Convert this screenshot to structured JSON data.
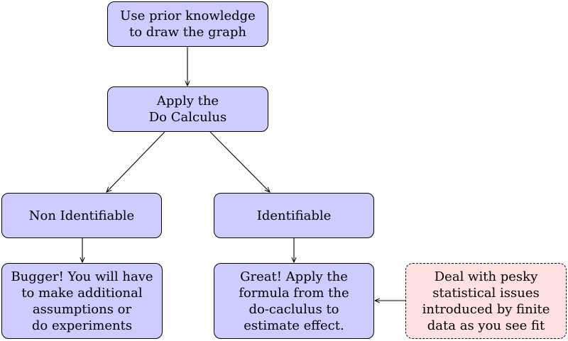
{
  "nodes": {
    "prior_knowledge": "Use prior knowledge\nto draw the graph",
    "do_calculus": "Apply the\nDo Calculus",
    "non_identifiable": "Non Identifiable",
    "identifiable": "Identifiable",
    "bugger": "Bugger! You will have\nto make additional\nassumptions or\ndo experiments",
    "great": "Great! Apply the\nformula from the\ndo-caclulus to\nestimate effect.",
    "deal": "Deal with pesky\nstatistical issues\nintroduced by finite\ndata as you see fit"
  },
  "colors": {
    "node_fill": "#ccccff",
    "note_fill": "#ffe1e1",
    "stroke": "#000000"
  }
}
